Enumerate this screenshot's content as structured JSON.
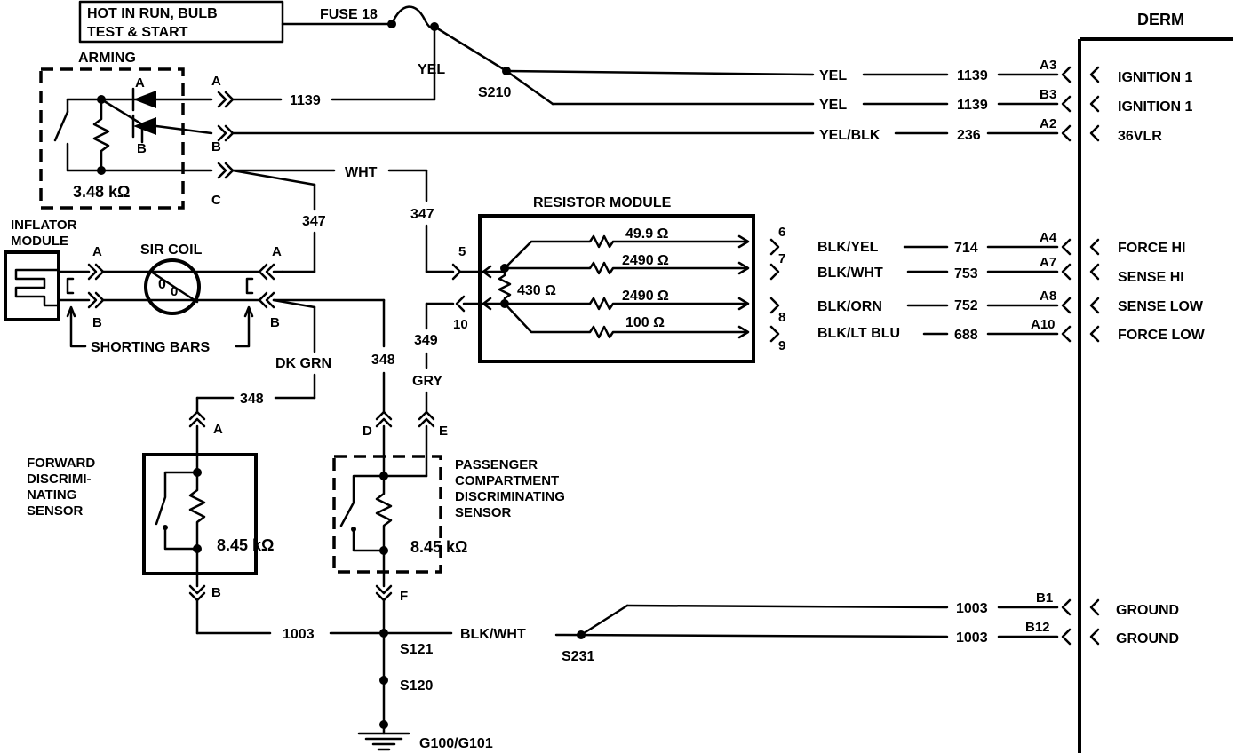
{
  "power_label": [
    "HOT IN RUN, BULB",
    "TEST & START"
  ],
  "fuse": "FUSE 18",
  "derm": "DERM",
  "arming": {
    "title": "ARMING",
    "resistance": "3.48 kΩ",
    "diode_a": "A",
    "diode_b": "B",
    "pins": [
      "A",
      "B",
      "C"
    ]
  },
  "inflator": {
    "title": [
      "INFLATOR",
      "MODULE"
    ],
    "pins": [
      "A",
      "B"
    ]
  },
  "sir_coil": {
    "title": "SIR COIL",
    "pins": [
      "A",
      "B"
    ]
  },
  "shorting_bars": "SHORTING BARS",
  "resistor_module": {
    "title": "RESISTOR MODULE",
    "center_resistor": "430 Ω",
    "resistors": [
      "49.9 Ω",
      "2490 Ω",
      "2490 Ω",
      "100 Ω"
    ],
    "in_pins": [
      "5",
      "10"
    ],
    "out_pins": [
      "6",
      "7",
      "8",
      "9"
    ]
  },
  "forward_sensor": {
    "title": [
      "FORWARD",
      "DISCRIMI-",
      "NATING",
      "SENSOR"
    ],
    "resistance": "8.45 kΩ",
    "pins": [
      "A",
      "B"
    ]
  },
  "passenger_sensor": {
    "title": [
      "PASSENGER",
      "COMPARTMENT",
      "DISCRIMINATING",
      "SENSOR"
    ],
    "resistance": "8.45 kΩ",
    "pins": [
      "D",
      "E",
      "F"
    ]
  },
  "wires": {
    "yel": "YEL",
    "yel_blk": "YEL/BLK",
    "wht": "WHT",
    "dk_grn": "DK GRN",
    "gry": "GRY",
    "blk_wht": "BLK/WHT",
    "c1139": "1139",
    "c236": "236",
    "c347": "347",
    "c348": "348",
    "c349": "349",
    "c1003": "1003"
  },
  "splices": [
    "S210",
    "S121",
    "S120",
    "S231"
  ],
  "ground": "G100/G101",
  "derm_rows": [
    {
      "color": "YEL",
      "circuit": "1139",
      "pin": "A3",
      "name": "IGNITION 1"
    },
    {
      "color": "YEL",
      "circuit": "1139",
      "pin": "B3",
      "name": "IGNITION 1"
    },
    {
      "color": "YEL/BLK",
      "circuit": "236",
      "pin": "A2",
      "name": "36VLR"
    },
    {
      "color": "BLK/YEL",
      "circuit": "714",
      "pin": "A4",
      "name": "FORCE HI"
    },
    {
      "color": "BLK/WHT",
      "circuit": "753",
      "pin": "A7",
      "name": "SENSE HI"
    },
    {
      "color": "BLK/ORN",
      "circuit": "752",
      "pin": "A8",
      "name": "SENSE LOW"
    },
    {
      "color": "BLK/LT BLU",
      "circuit": "688",
      "pin": "A10",
      "name": "FORCE LOW"
    },
    {
      "color": "",
      "circuit": "1003",
      "pin": "B1",
      "name": "GROUND"
    },
    {
      "color": "",
      "circuit": "1003",
      "pin": "B12",
      "name": "GROUND"
    }
  ]
}
